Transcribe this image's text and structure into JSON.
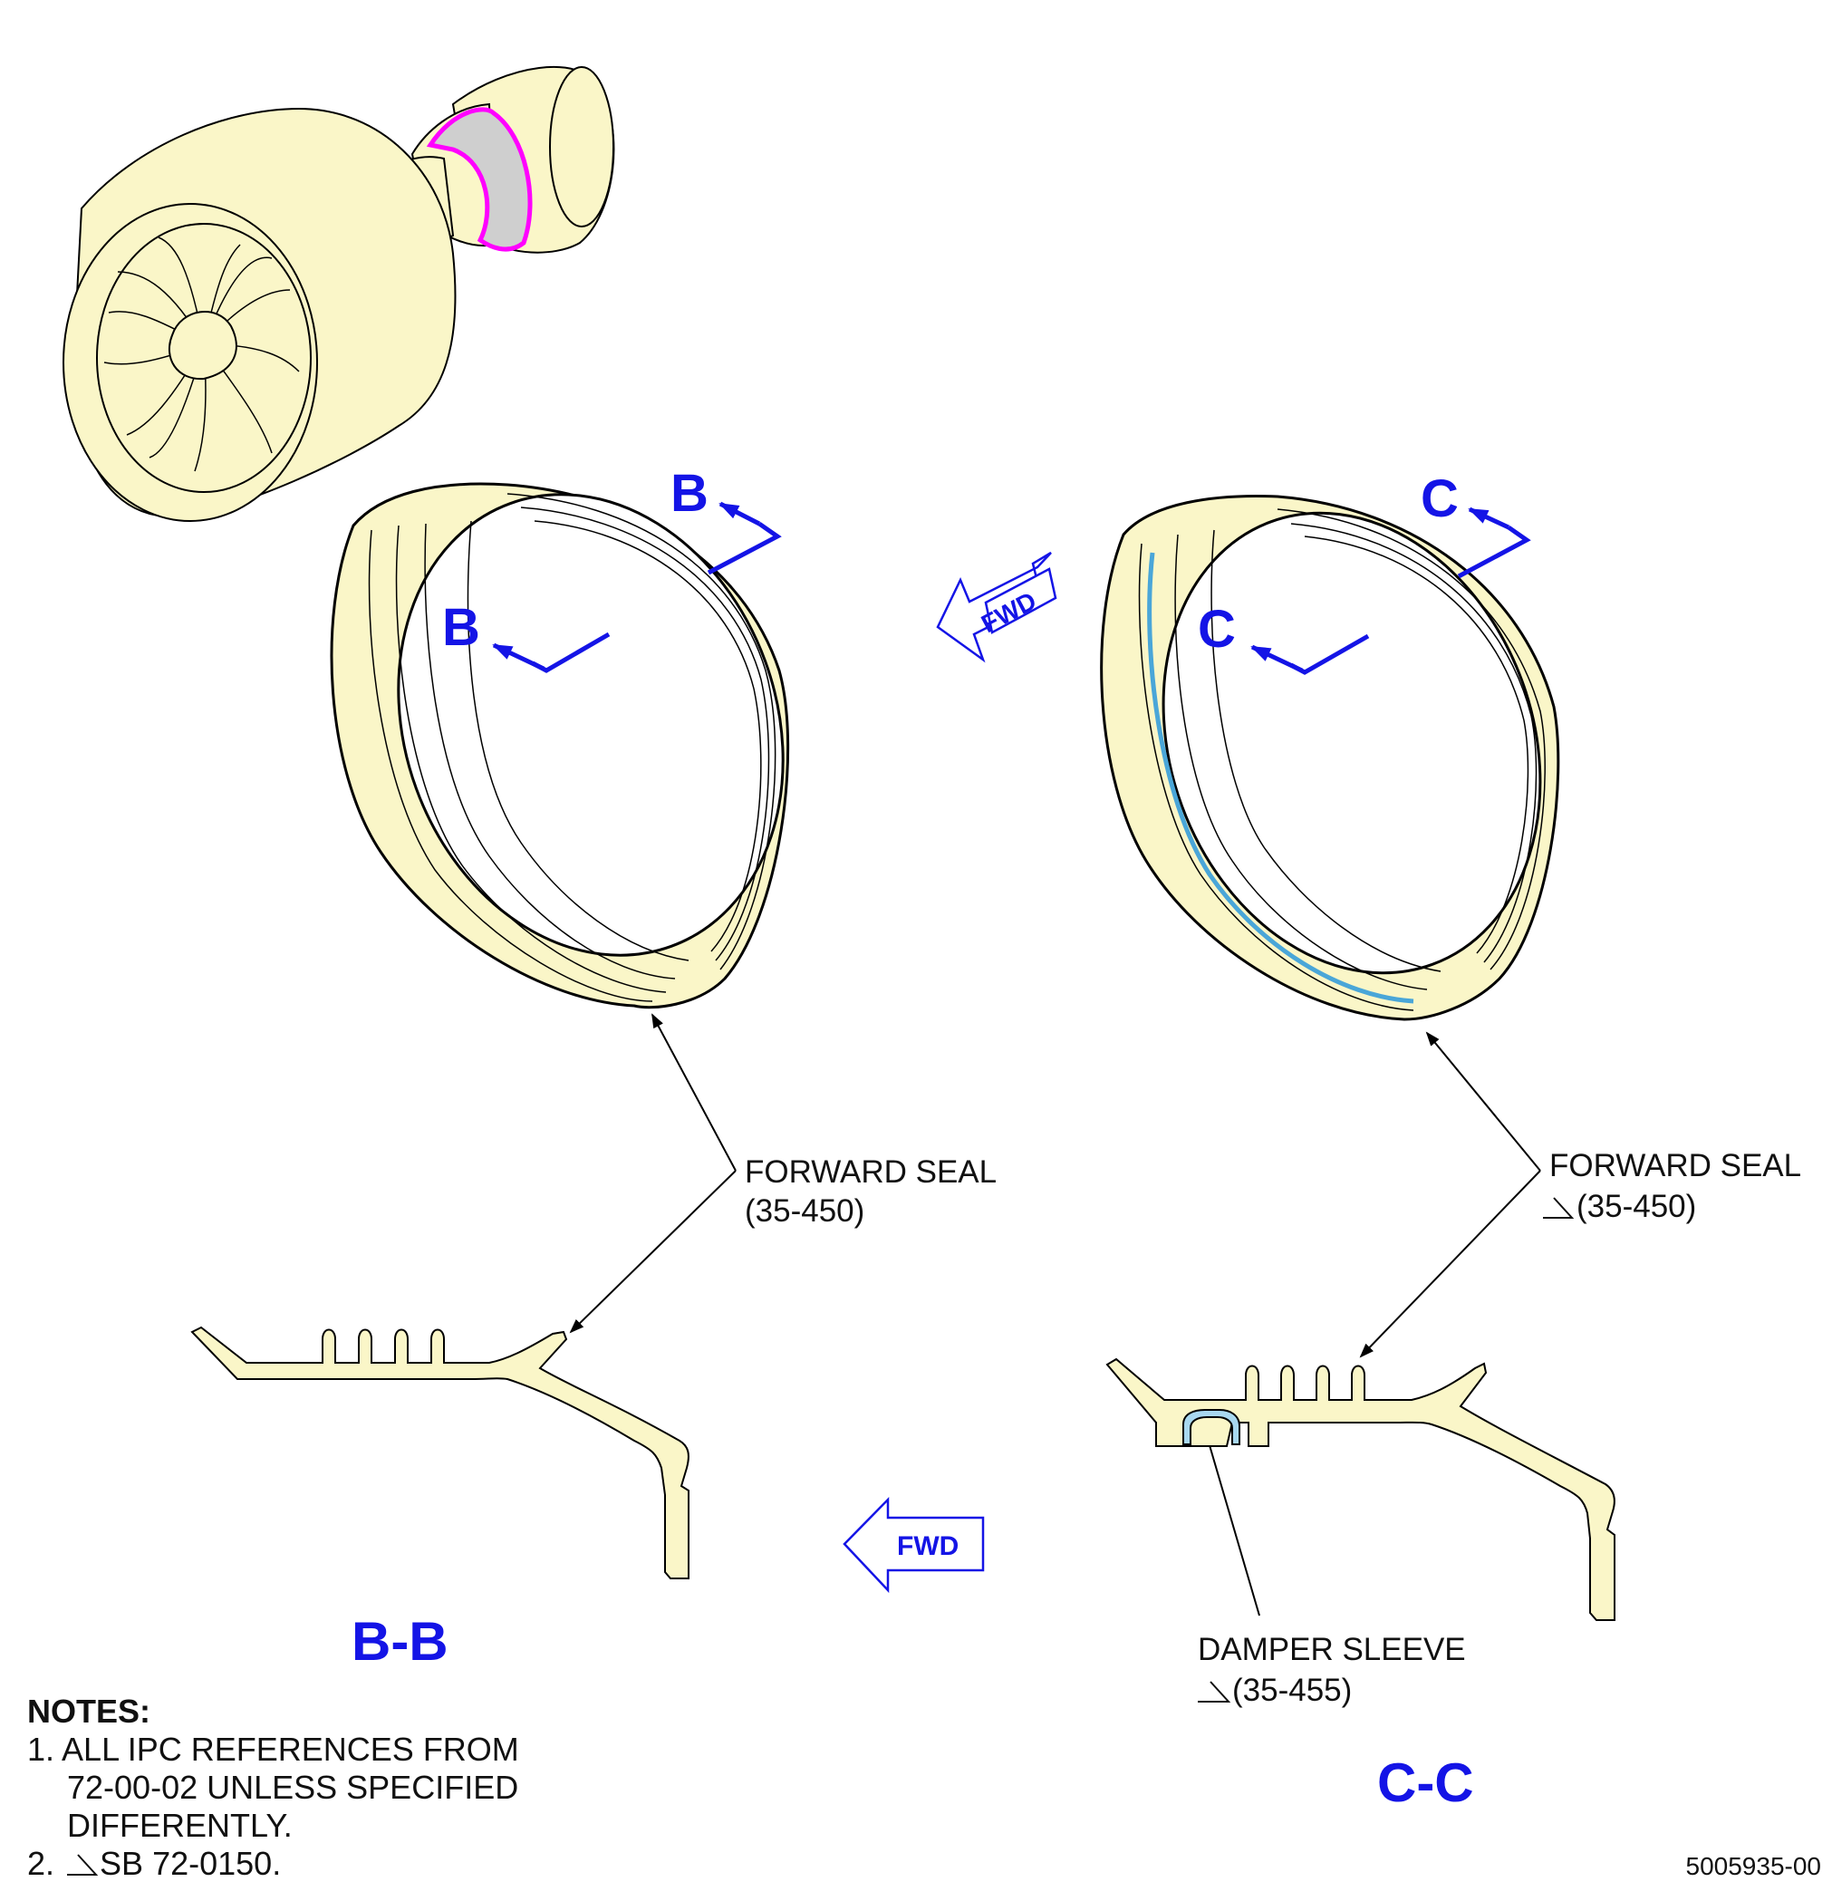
{
  "colors": {
    "part_fill": "#FAF6C8",
    "outline": "#000000",
    "section_marker": "#1414E6",
    "highlight": "#FF00FF",
    "highlight_fill": "#CFCFCF",
    "damper_fill": "#A8D8F0"
  },
  "section_markers": {
    "b_letter": "B",
    "c_letter": "C"
  },
  "fwd_labels": {
    "iso": "FWD",
    "flat": "FWD"
  },
  "callouts": {
    "left_seal": {
      "name": "FORWARD SEAL",
      "ref": "(35-450)"
    },
    "right_seal": {
      "name": "FORWARD SEAL",
      "ref": "(35-450)"
    },
    "damper": {
      "name": "DAMPER SLEEVE",
      "ref": "(35-455)"
    }
  },
  "section_titles": {
    "bb": "B-B",
    "cc": "C-C"
  },
  "notes": {
    "title": "NOTES:",
    "n1_line1": "1. ALL IPC REFERENCES FROM",
    "n1_line2": "72-00-02 UNLESS SPECIFIED",
    "n1_line3": "DIFFERENTLY.",
    "n2": "2.",
    "n2_text": "SB 72-0150."
  },
  "doc_id": "5005935-00"
}
